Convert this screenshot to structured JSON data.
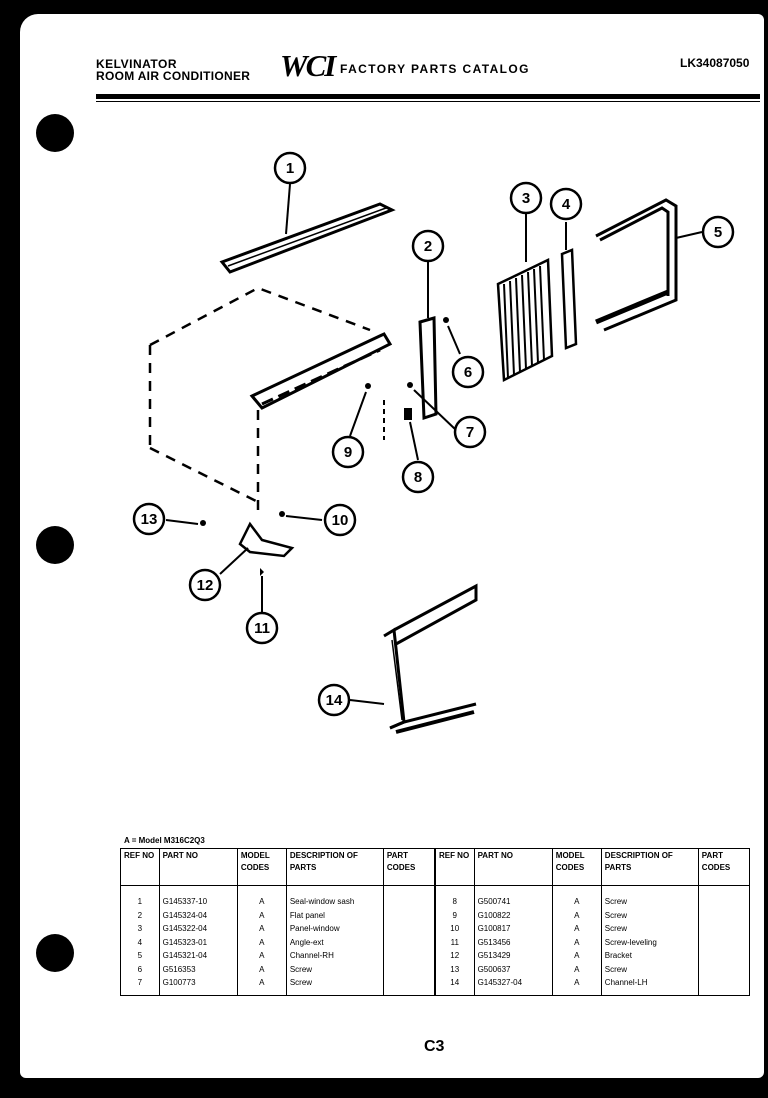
{
  "header": {
    "brand_line1": "KELVINATOR",
    "brand_line2": "ROOM AIR CONDITIONER",
    "logo": "WCI",
    "catalog_title": "FACTORY PARTS CATALOG",
    "catalog_number": "LK34087050"
  },
  "callouts": [
    "1",
    "2",
    "3",
    "4",
    "5",
    "6",
    "7",
    "8",
    "9",
    "10",
    "11",
    "12",
    "13",
    "14"
  ],
  "model_note": "A = Model M316C2Q3",
  "table": {
    "headers": {
      "ref": "REF NO",
      "part": "PART NO",
      "model": "MODEL CODES",
      "desc": "DESCRIPTION OF PARTS",
      "codes": "PART CODES"
    },
    "left_rows": [
      {
        "ref": "1",
        "part": "G145337-10",
        "model": "A",
        "desc": "Seal-window sash"
      },
      {
        "ref": "2",
        "part": "G145324-04",
        "model": "A",
        "desc": "Flat panel"
      },
      {
        "ref": "3",
        "part": "G145322-04",
        "model": "A",
        "desc": "Panel-window"
      },
      {
        "ref": "4",
        "part": "G145323-01",
        "model": "A",
        "desc": "Angle-ext"
      },
      {
        "ref": "5",
        "part": "G145321-04",
        "model": "A",
        "desc": "Channel-RH"
      },
      {
        "ref": "6",
        "part": "G516353",
        "model": "A",
        "desc": "Screw"
      },
      {
        "ref": "7",
        "part": "G100773",
        "model": "A",
        "desc": "Screw"
      }
    ],
    "right_rows": [
      {
        "ref": "8",
        "part": "G500741",
        "model": "A",
        "desc": "Screw"
      },
      {
        "ref": "9",
        "part": "G100822",
        "model": "A",
        "desc": "Screw"
      },
      {
        "ref": "10",
        "part": "G100817",
        "model": "A",
        "desc": "Screw"
      },
      {
        "ref": "11",
        "part": "G513456",
        "model": "A",
        "desc": "Screw-leveling"
      },
      {
        "ref": "12",
        "part": "G513429",
        "model": "A",
        "desc": "Bracket"
      },
      {
        "ref": "13",
        "part": "G500637",
        "model": "A",
        "desc": "Screw"
      },
      {
        "ref": "14",
        "part": "G145327-04",
        "model": "A",
        "desc": "Channel-LH"
      }
    ]
  },
  "page_label": "C3"
}
